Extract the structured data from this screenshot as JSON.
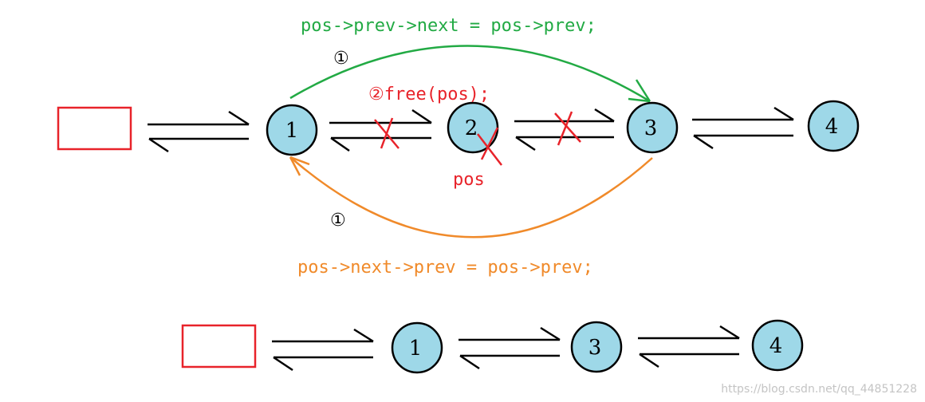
{
  "colors": {
    "node_fill": "#9ed8e8",
    "green": "#22aa44",
    "orange": "#f08a2a",
    "red": "#e8232a",
    "black": "#000000"
  },
  "top": {
    "nodes": [
      "1",
      "2",
      "3",
      "4"
    ],
    "code_prev_next": "pos->prev->next = pos->prev;",
    "code_next_prev": "pos->next->prev = pos->prev;",
    "step1_green_marker": "①",
    "step1_orange_marker": "①",
    "step2_text": "②free(pos);",
    "pos_label": "pos"
  },
  "bottom": {
    "nodes": [
      "1",
      "3",
      "4"
    ]
  },
  "watermark": "https://blog.csdn.net/qq_44851228"
}
